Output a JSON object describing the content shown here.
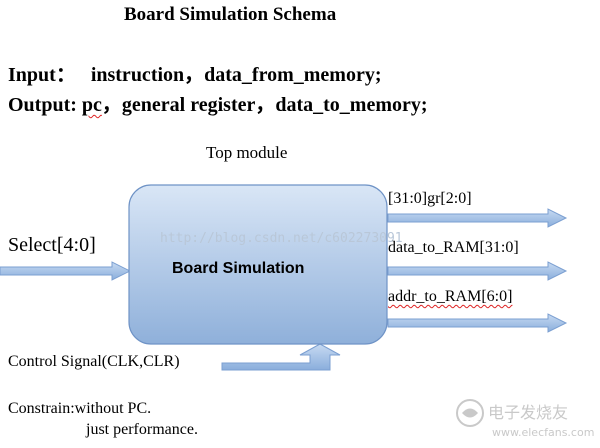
{
  "title": "Board Simulation Schema",
  "io": {
    "input_label": "Input：",
    "input_values": "instruction，data_from_memory;",
    "output_label": "Output:",
    "output_pc": "pc",
    "output_rest": "，general register，data_to_memory;"
  },
  "diagram": {
    "top_module": "Top module",
    "block_label": "Board Simulation",
    "select_label": "Select[4:0]",
    "outputs": [
      "[31:0]gr[2:0]",
      "data_to_RAM[31:0]",
      "addr_to_RAM[6:0]"
    ],
    "control_label": "Control Signal(CLK,CLR)",
    "watermark": "http://blog.csdn.net/c602273091"
  },
  "notes": {
    "constrain_line1": "Constrain:without PC.",
    "constrain_line2": "just performance."
  },
  "logo": {
    "brand": "电子发烧友",
    "url": "www.elecfans.com"
  },
  "colors": {
    "block_fill_top": "#d9e6f6",
    "block_fill_bottom": "#8fb0da",
    "arrow_fill": "#9ebde6",
    "arrow_stroke": "#7b9fd1"
  }
}
